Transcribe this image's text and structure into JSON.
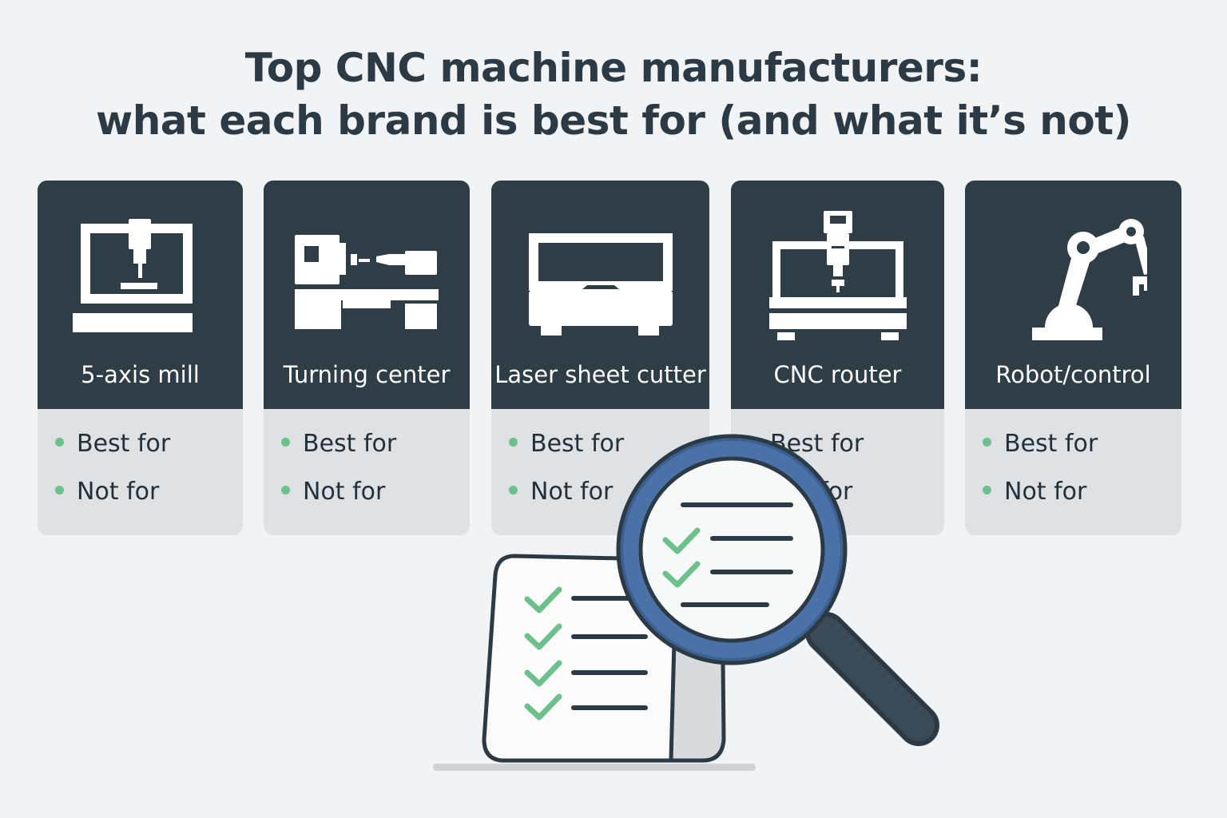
{
  "title": {
    "line1": "Top CNC machine manufacturers:",
    "line2": "what each brand is best for (and what it’s not)"
  },
  "cards": [
    {
      "label": "5-axis mill",
      "icon": "5-axis-mill-icon",
      "best": "Best for",
      "not": "Not for"
    },
    {
      "label": "Turning center",
      "icon": "lathe-icon",
      "best": "Best for",
      "not": "Not for"
    },
    {
      "label": "Laser sheet cutter",
      "icon": "laser-cutter-icon",
      "best": "Best for",
      "not": "Not for"
    },
    {
      "label": "CNC router",
      "icon": "cnc-router-icon",
      "best": "Best for",
      "not": "Not for"
    },
    {
      "label": "Robot/control",
      "icon": "robot-arm-icon",
      "best": "Best for",
      "not": "Not for"
    }
  ],
  "illustration": {
    "checklist_icon": "checklist-icon",
    "magnifier_icon": "magnifying-glass-icon"
  },
  "colors": {
    "background": "#f2f3f4",
    "card_dark": "#2f3d47",
    "card_light": "#dfe2e4",
    "accent_green": "#6cc08b",
    "magnifier_ring": "#4a72a8"
  }
}
